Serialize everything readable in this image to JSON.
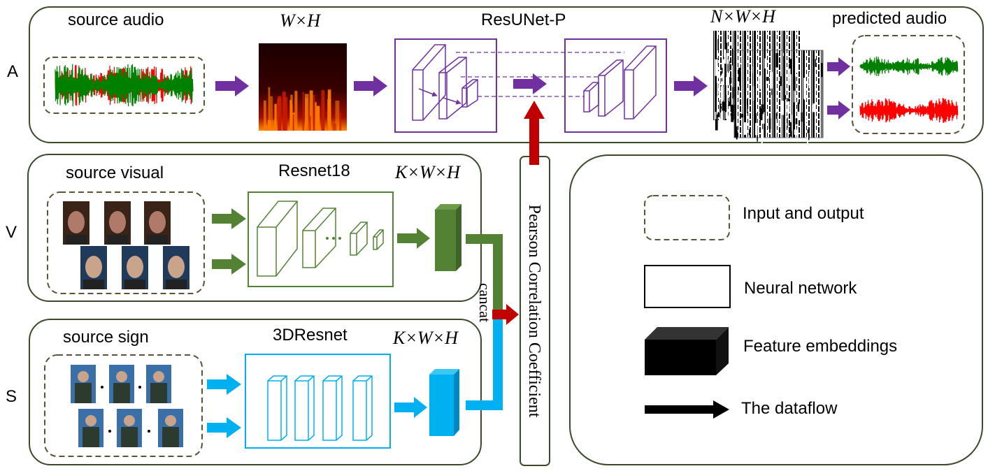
{
  "rows": {
    "audio": {
      "letter": "A"
    },
    "visual": {
      "letter": "V"
    },
    "sign": {
      "letter": "S"
    }
  },
  "audio_branch": {
    "input_label": "source audio",
    "spectrogram_label": "W×H",
    "network_label": "ResUNet-P",
    "mask_label": "N×W×H",
    "output_label": "predicted audio"
  },
  "visual_branch": {
    "input_label": "source visual",
    "network_label": "Resnet18",
    "feature_label": "K×W×H"
  },
  "sign_branch": {
    "input_label": "source sign",
    "network_label": "3DResnet",
    "feature_label": "K×W×H"
  },
  "fusion": {
    "concat_label": "cancat",
    "correlation_label": "Pearson Correlation Coefficient"
  },
  "legend": {
    "items": [
      {
        "label": "Input and output",
        "icon": "dashed-box"
      },
      {
        "label": "Neural network",
        "icon": "solid-box"
      },
      {
        "label": "Feature embeddings",
        "icon": "black-cuboid"
      },
      {
        "label": "The dataflow",
        "icon": "black-arrow"
      }
    ]
  },
  "colors": {
    "audio_arrow": "#7030a0",
    "visual": "#548235",
    "sign": "#00b0f0",
    "correlation_arrow": "#c00000",
    "waveform_green": "#008000",
    "waveform_red": "#ff0000",
    "panel_border": "#3a4a2a"
  }
}
